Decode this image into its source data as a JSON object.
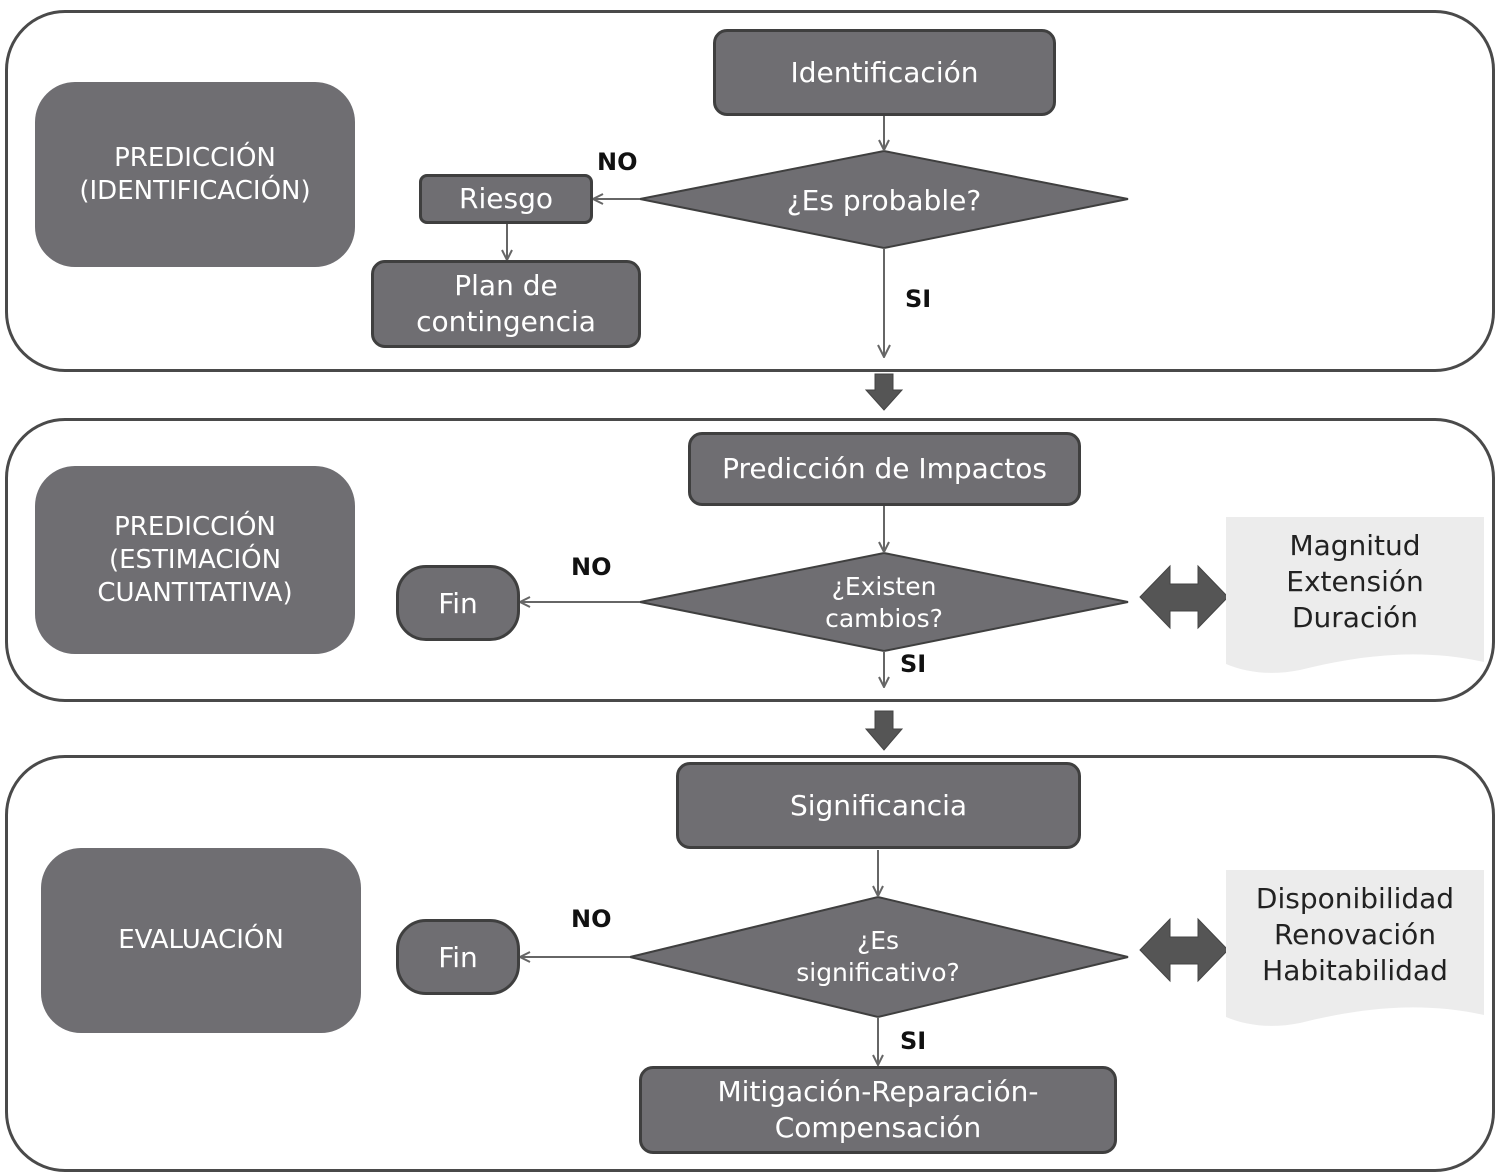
{
  "section1": {
    "phase": [
      "PREDICCIÓN",
      "(IDENTIFICACIÓN)"
    ],
    "start": "Identificación",
    "decision": "¿Es probable?",
    "no_label": "NO",
    "si_label": "SI",
    "risk": "Riesgo",
    "plan": [
      "Plan de",
      "contingencia"
    ]
  },
  "section2": {
    "phase": [
      "PREDICCIÓN",
      "(ESTIMACIÓN",
      "CUANTITATIVA)"
    ],
    "start": "Predicción de Impactos",
    "decision": [
      "¿Existen",
      "cambios?"
    ],
    "no_label": "NO",
    "si_label": "SI",
    "end": "Fin",
    "criteria": [
      "Magnitud",
      "Extensión",
      "Duración"
    ]
  },
  "section3": {
    "phase": "EVALUACIÓN",
    "start": "Significancia",
    "decision": [
      "¿Es",
      "significativo?"
    ],
    "no_label": "NO",
    "si_label": "SI",
    "end": "Fin",
    "result": [
      "Mitigación-Reparación-",
      "Compensación"
    ],
    "criteria": [
      "Disponibilidad",
      "Renovación",
      "Habitabilidad"
    ]
  }
}
